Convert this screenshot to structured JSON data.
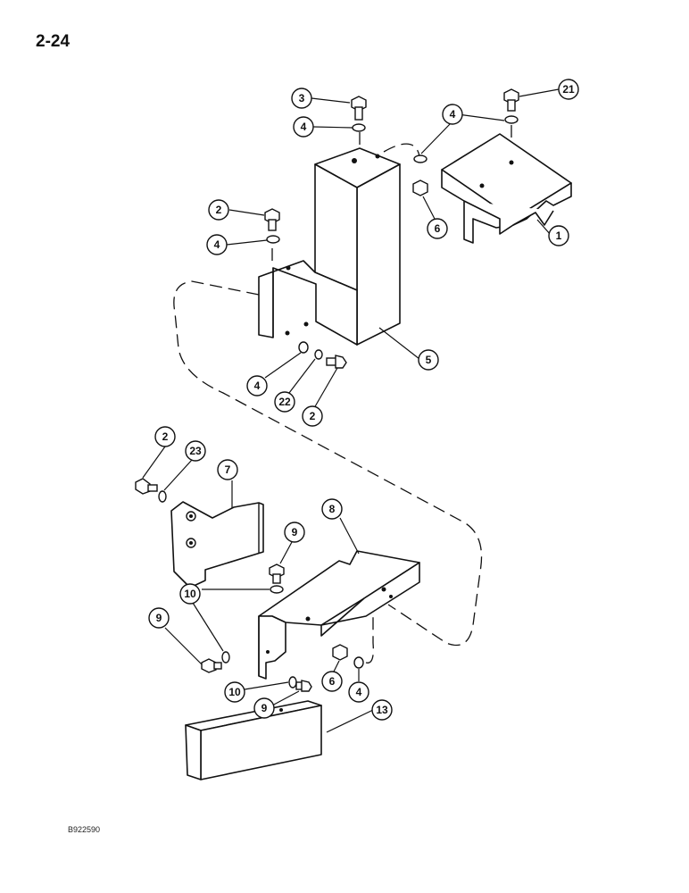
{
  "page_number": "2-24",
  "drawing_code": "B922590",
  "callouts": [
    {
      "id": "c1",
      "label": "1"
    },
    {
      "id": "c2a",
      "label": "2"
    },
    {
      "id": "c2b",
      "label": "2"
    },
    {
      "id": "c2c",
      "label": "2"
    },
    {
      "id": "c3",
      "label": "3"
    },
    {
      "id": "c4a",
      "label": "4"
    },
    {
      "id": "c4b",
      "label": "4"
    },
    {
      "id": "c4c",
      "label": "4"
    },
    {
      "id": "c4d",
      "label": "4"
    },
    {
      "id": "c4e",
      "label": "4"
    },
    {
      "id": "c5",
      "label": "5"
    },
    {
      "id": "c6a",
      "label": "6"
    },
    {
      "id": "c6b",
      "label": "6"
    },
    {
      "id": "c7",
      "label": "7"
    },
    {
      "id": "c8",
      "label": "8"
    },
    {
      "id": "c9a",
      "label": "9"
    },
    {
      "id": "c9b",
      "label": "9"
    },
    {
      "id": "c9c",
      "label": "9"
    },
    {
      "id": "c10a",
      "label": "10"
    },
    {
      "id": "c10b",
      "label": "10"
    },
    {
      "id": "c13",
      "label": "13"
    },
    {
      "id": "c21",
      "label": "21"
    },
    {
      "id": "c22",
      "label": "22"
    },
    {
      "id": "c23",
      "label": "23"
    }
  ]
}
